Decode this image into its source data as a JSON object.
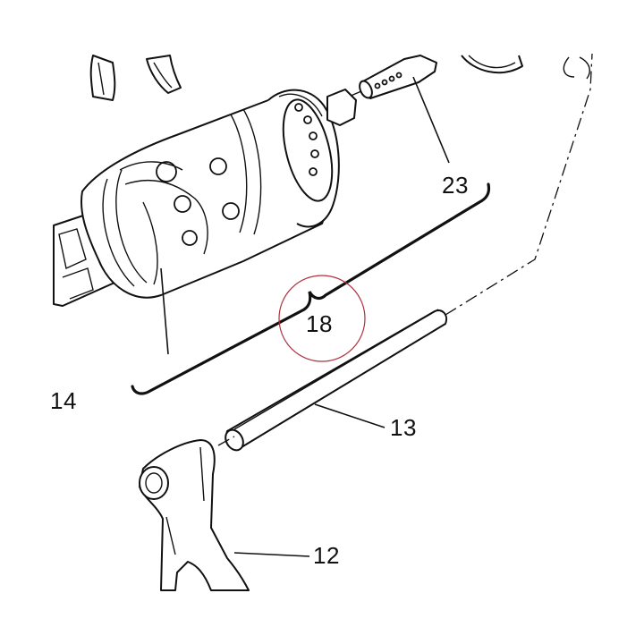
{
  "callouts": {
    "shift_drum_assembly": "14",
    "shift_drum": "18",
    "drum_pin": "23",
    "fork_shaft": "13",
    "shift_fork": "12"
  },
  "colors": {
    "line": "#111111",
    "background": "#ffffff",
    "highlight_circle": "#b0303f"
  },
  "highlight": {
    "target": "shift_drum"
  }
}
